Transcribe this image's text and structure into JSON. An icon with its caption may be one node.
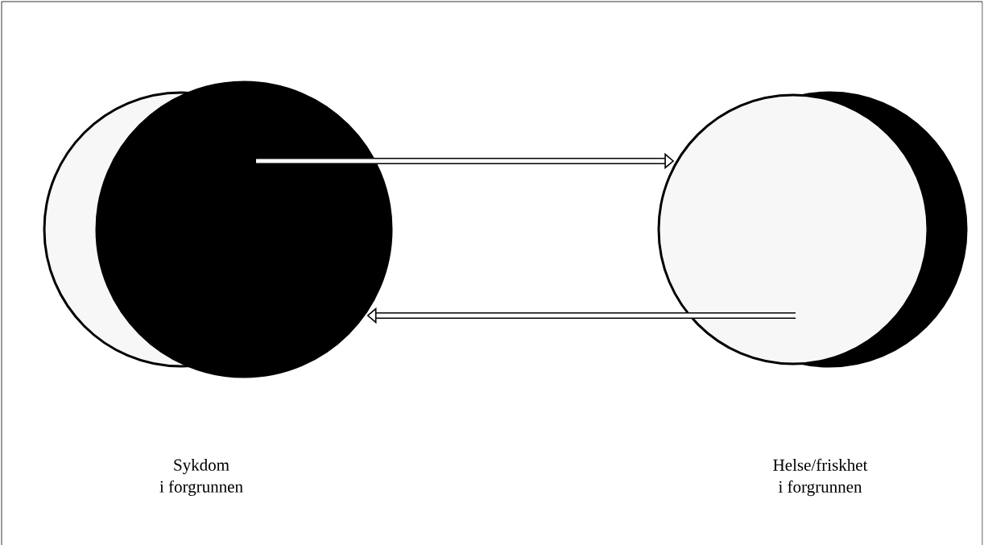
{
  "diagram": {
    "nodes": [
      {
        "text": [],
        "shape": "circle"
      },
      {
        "text": [],
        "shape": "circle"
      }
    ],
    "labels": [
      "Sykdom i forgrunnen",
      "Helse/friskhet i forgrunnen"
    ],
    "edges": [
      {
        "from": 0,
        "to": 1,
        "arrow": "to"
      },
      {
        "from": 1,
        "to": 0,
        "arrow": "to"
      }
    ]
  }
}
